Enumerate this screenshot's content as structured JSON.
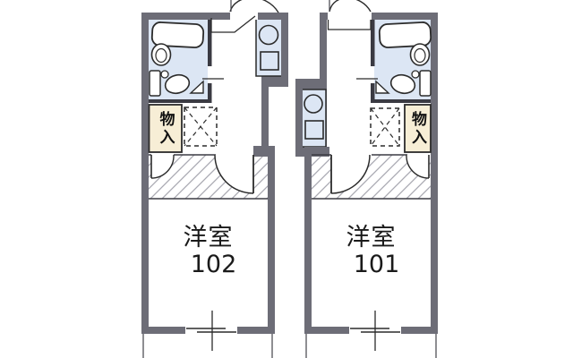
{
  "plan": {
    "type": "apartment-floorplan",
    "units": [
      {
        "unit_no": "102",
        "room_name": "洋室",
        "room_number": "102",
        "storage_label": "物入"
      },
      {
        "unit_no": "101",
        "room_name": "洋室",
        "room_number": "101",
        "storage_label": "物入"
      }
    ],
    "colors": {
      "wall": "#6d6d77",
      "wet_area": "#dce6f4",
      "storage_fill": "#f7eed6",
      "line": "#2b2b2b",
      "hatch": "#a9a9b2",
      "background": "#ffffff"
    }
  }
}
